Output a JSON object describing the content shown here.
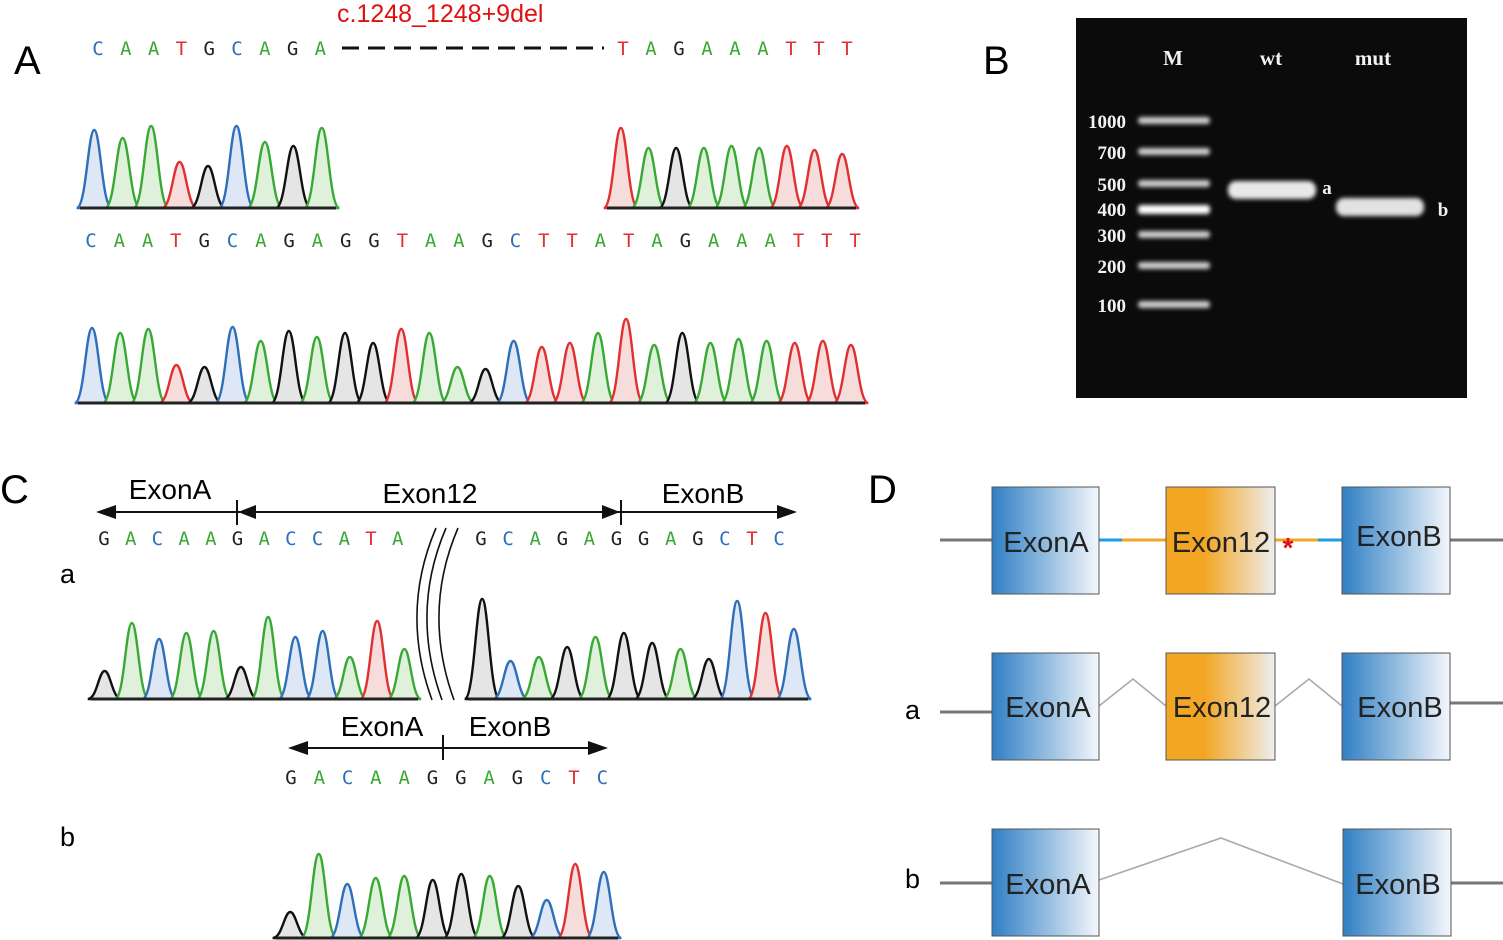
{
  "panels": {
    "A": "A",
    "B": "B",
    "C": "C",
    "D": "D"
  },
  "colors": {
    "A": "#2e86c1",
    "C": "#2e86c1",
    "G": "#111111",
    "T": "#e53935",
    "green": "#39a935",
    "blue": "#2e6fba",
    "red": "#e03030",
    "black": "#111111",
    "mutation": "#e01010",
    "exon_blue": "#2f7fc4",
    "exon_orange": "#f2a623",
    "intron_blue": "#1aa0e0",
    "intron_orange": "#f2a623",
    "gel_bg": "#0b0b0b"
  },
  "panel_A": {
    "mutation_label": "c.1248_1248+9del",
    "mutant_left_seq": "CAATGCAGA",
    "mutant_right_seq": "TAGAAATTT",
    "wildtype_seq": "CAATGCAGAGGTAAGCTTATAGAAATTT"
  },
  "panel_B": {
    "lanes": [
      "M",
      "wt",
      "mut"
    ],
    "ladder": [
      "1000",
      "700",
      "500",
      "400",
      "300",
      "200",
      "100"
    ],
    "band_labels": [
      "a",
      "b"
    ]
  },
  "panel_C": {
    "exon_a": "ExonA",
    "exon_12": "Exon12",
    "exon_b": "ExonB",
    "top_seq_left": "GACAAGACCATA",
    "top_seq_right": "GCAGAGGAGCTC",
    "bottom_seq": "GACAAGGAGCTC",
    "row_labels": [
      "a",
      "b"
    ]
  },
  "panel_D": {
    "exon_a": "ExonA",
    "exon_12": "Exon12",
    "exon_b": "ExonB",
    "mutation_mark": "*",
    "row_labels": [
      "a",
      "b"
    ]
  }
}
